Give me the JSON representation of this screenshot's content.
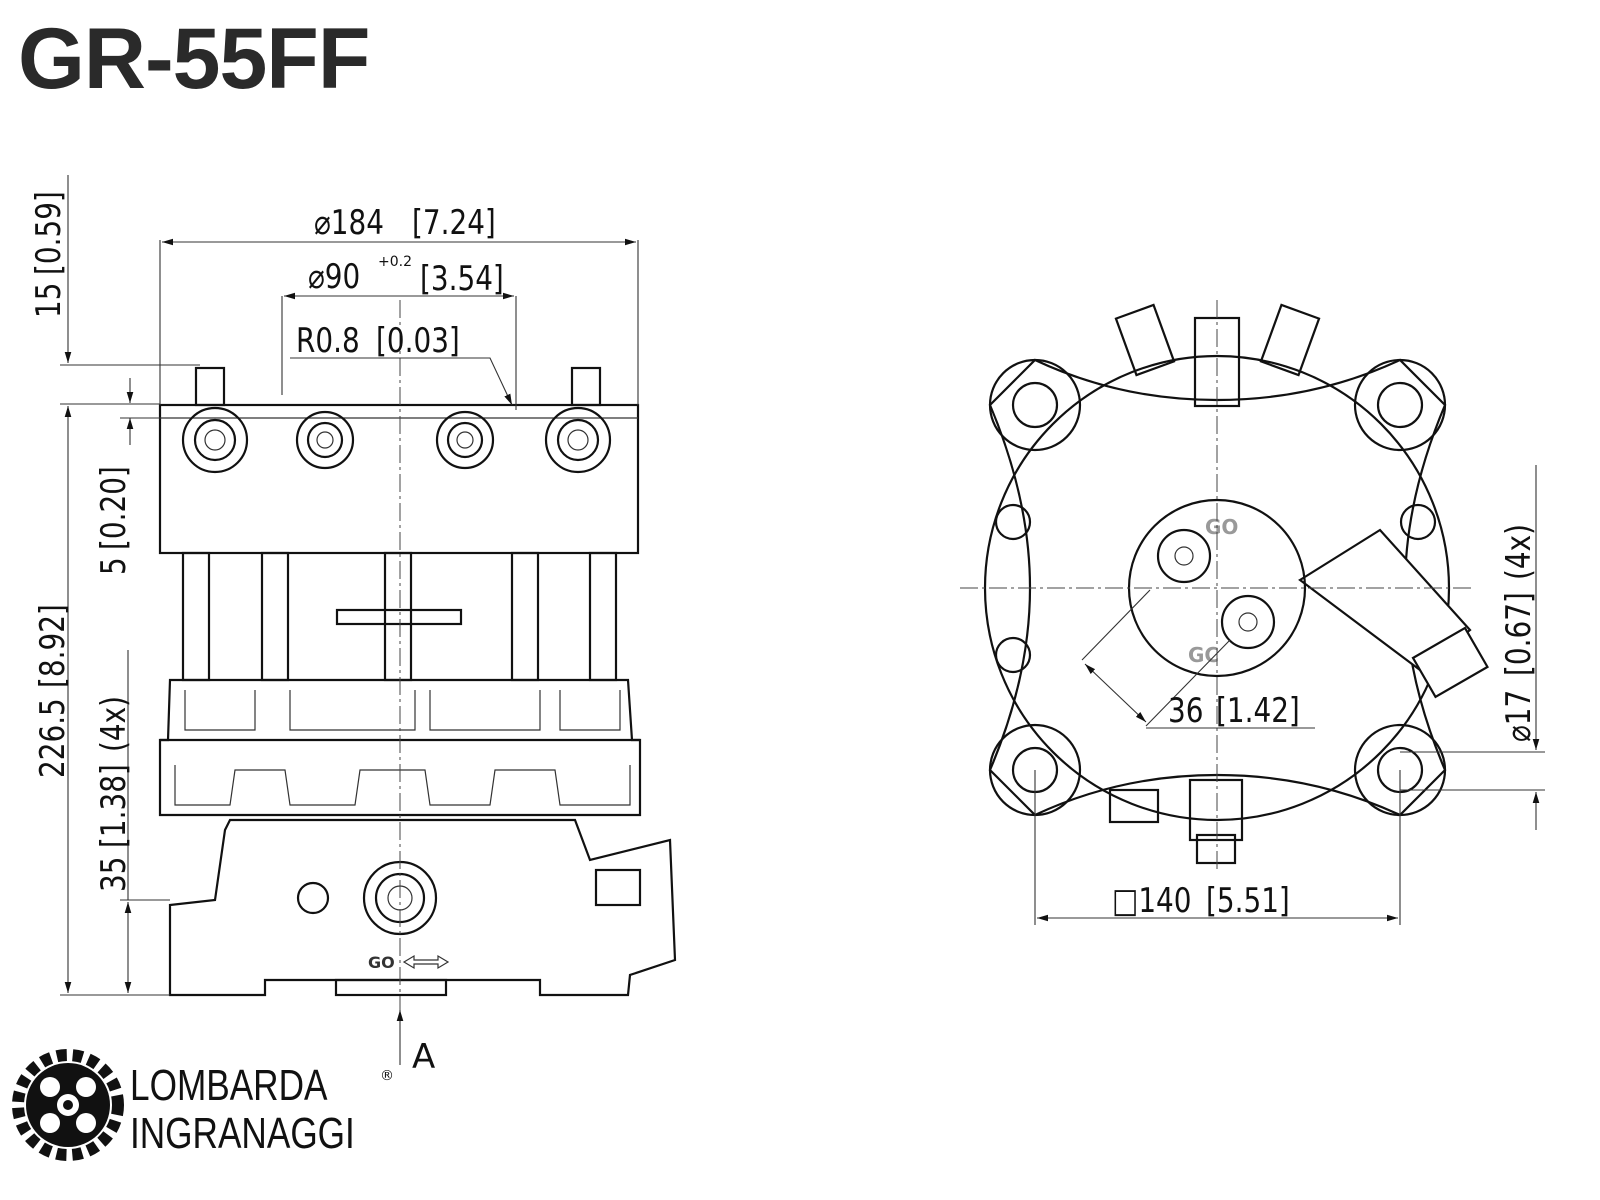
{
  "title": "GR-55FF",
  "side_view": {
    "dim_outer_diameter": "⌀184",
    "dim_outer_diameter_in": "[7.24]",
    "dim_bore_diameter": "⌀90",
    "dim_bore_tolerance": "+0.2",
    "dim_bore_diameter_in": "[3.54]",
    "dim_radius": "R0.8",
    "dim_radius_in": "[0.03]",
    "dim_top": "15",
    "dim_top_in": "[0.59]",
    "dim_step": "5",
    "dim_step_in": "[0.20]",
    "dim_height": "226.5",
    "dim_height_in": "[8.92]",
    "dim_base": "35",
    "dim_base_in": "[1.38]",
    "dim_base_count": "(4x)",
    "port_label": "GO",
    "view_label": "A"
  },
  "top_view": {
    "port_go": "GO",
    "port_gc": "GC",
    "dim_port_spacing": "36",
    "dim_port_spacing_in": "[1.42]",
    "dim_hole": "⌀17",
    "dim_hole_in": "[0.67]",
    "dim_hole_count": "(4x)",
    "dim_square": "□140",
    "dim_square_in": "[5.51]"
  },
  "logo": {
    "line1": "LOMBARDA",
    "line2": "INGRANAGGI",
    "mark": "®"
  }
}
